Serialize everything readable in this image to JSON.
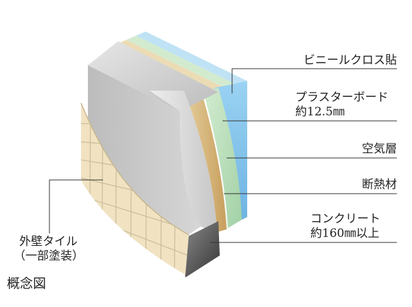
{
  "labels": {
    "vinyl_cloth": "ビニールクロス貼",
    "plaster_board": "プラスターボード",
    "plaster_board_thickness": "約12.5㎜",
    "air_layer": "空気層",
    "insulation": "断熱材",
    "concrete": "コンクリート",
    "concrete_thickness": "約160㎜以上",
    "exterior_tile": "外壁タイル",
    "exterior_tile_note": "（一部塗装）"
  },
  "caption": "概念図",
  "colors": {
    "vinyl_cloth": "#8ec9ee",
    "plaster_board": "#b9ddb8",
    "insulation": "#d4b47e",
    "concrete": "#c4c4c4",
    "tile": "#f1e3c2",
    "tile_grout": "#cdbf9c",
    "leader_line": "#333333"
  }
}
